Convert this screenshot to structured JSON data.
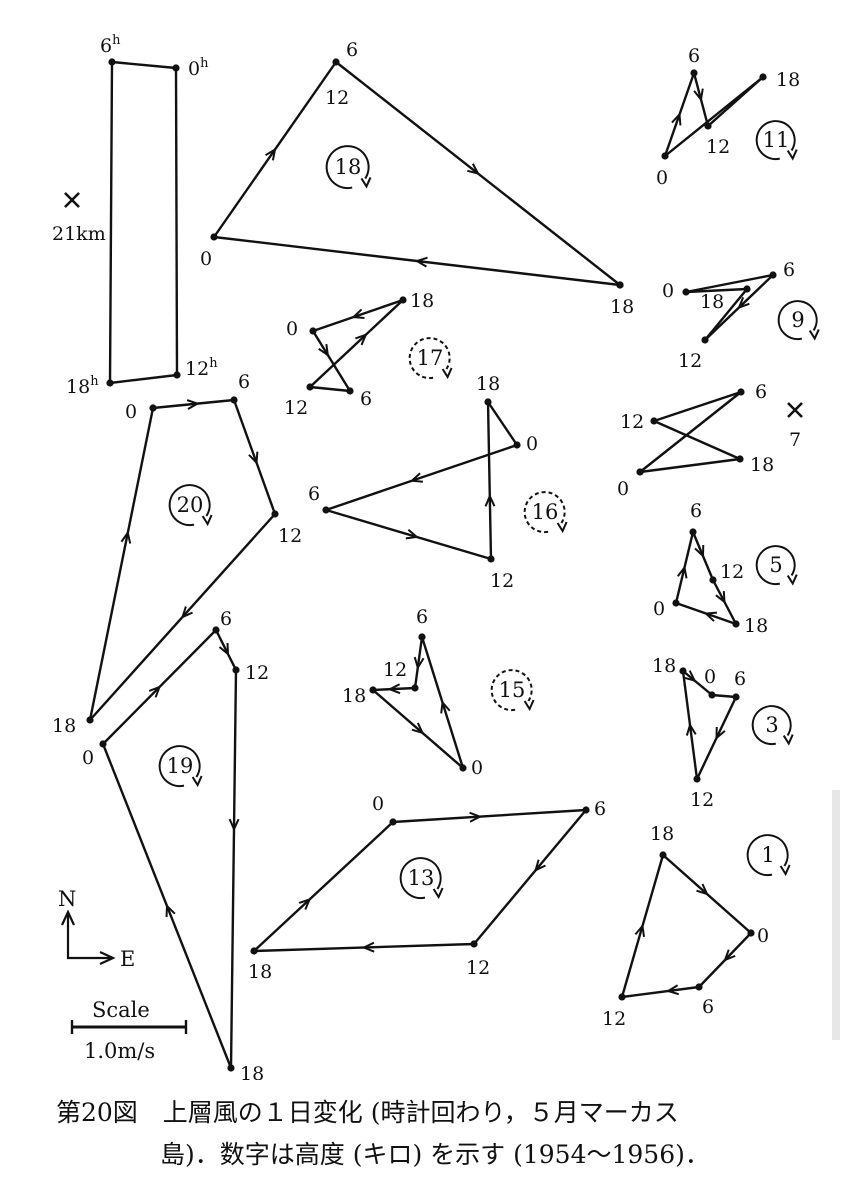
{
  "caption": {
    "line1": "第20図　上層風の１日変化 (時計回わり，５月マーカス",
    "line2": "島)．数字は高度 (キロ) を示す (1954～1956)．"
  },
  "legend": {
    "north": "N",
    "east": "E",
    "scale_title": "Scale",
    "scale_value": "1.0m/s"
  },
  "markers": [
    {
      "id": "21km",
      "label": "21km"
    },
    {
      "id": "7",
      "label": "7"
    }
  ],
  "hodographs": [
    {
      "altitude": "21",
      "dashed": false,
      "labels": [
        "0h",
        "6h",
        "12h",
        "18h"
      ]
    },
    {
      "altitude": "20",
      "dashed": false,
      "labels": [
        "0",
        "6",
        "12",
        "18"
      ]
    },
    {
      "altitude": "19",
      "dashed": false,
      "labels": [
        "0",
        "6",
        "12",
        "18"
      ]
    },
    {
      "altitude": "18",
      "dashed": false,
      "labels": [
        "0",
        "6",
        "12",
        "18"
      ]
    },
    {
      "altitude": "17",
      "dashed": true,
      "labels": [
        "0",
        "6",
        "12",
        "18"
      ]
    },
    {
      "altitude": "16",
      "dashed": true,
      "labels": [
        "0",
        "6",
        "12",
        "18"
      ]
    },
    {
      "altitude": "15",
      "dashed": true,
      "labels": [
        "0",
        "6",
        "12",
        "18"
      ]
    },
    {
      "altitude": "13",
      "dashed": false,
      "labels": [
        "0",
        "6",
        "12",
        "18"
      ]
    },
    {
      "altitude": "11",
      "dashed": false,
      "labels": [
        "0",
        "6",
        "12",
        "18"
      ]
    },
    {
      "altitude": "9",
      "dashed": false,
      "labels": [
        "0",
        "6",
        "12",
        "18"
      ]
    },
    {
      "altitude": "7",
      "dashed": false,
      "labels": [
        "0",
        "6",
        "12",
        "18"
      ]
    },
    {
      "altitude": "5",
      "dashed": false,
      "labels": [
        "0",
        "6",
        "12",
        "18"
      ]
    },
    {
      "altitude": "3",
      "dashed": false,
      "labels": [
        "0",
        "6",
        "12",
        "18"
      ]
    },
    {
      "altitude": "1",
      "dashed": false,
      "labels": [
        "0",
        "6",
        "12",
        "18"
      ]
    }
  ]
}
